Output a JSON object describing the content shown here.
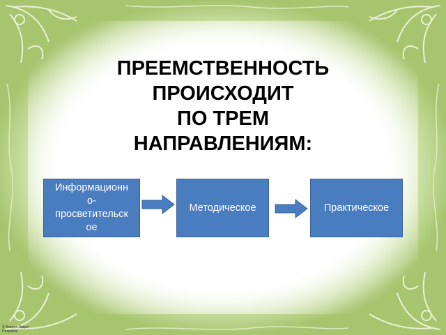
{
  "title_lines": [
    "ПРЕЕМСТВЕННОСТЬ",
    "ПРОИСХОДИТ",
    "ПО ТРЕМ",
    "НАПРАВЛЕНИЯМ:"
  ],
  "boxes": [
    {
      "label": "Информационн\nо-\nпросветительск\nое"
    },
    {
      "label": "Методическое"
    },
    {
      "label": "Практическое"
    }
  ],
  "copyright": "© Фокина Лидия Петровна",
  "colors": {
    "box_fill": "#4a7cc0",
    "box_text": "#ffffff",
    "frame_green": "#9fbf68",
    "title_text": "#000000"
  },
  "icons": [
    "corner-flourish-icon",
    "arrow-right-icon"
  ]
}
